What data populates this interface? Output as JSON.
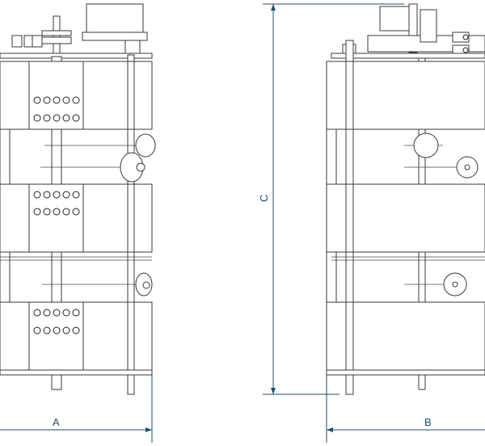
{
  "dimensions": {
    "a_label": "A",
    "b_label": "B",
    "c_label": "C"
  },
  "colors": {
    "line": "#3a3a3a",
    "dimension": "#1f4f6e",
    "background": "#ffffff"
  },
  "views": {
    "left": "front-view",
    "right": "side-view"
  }
}
